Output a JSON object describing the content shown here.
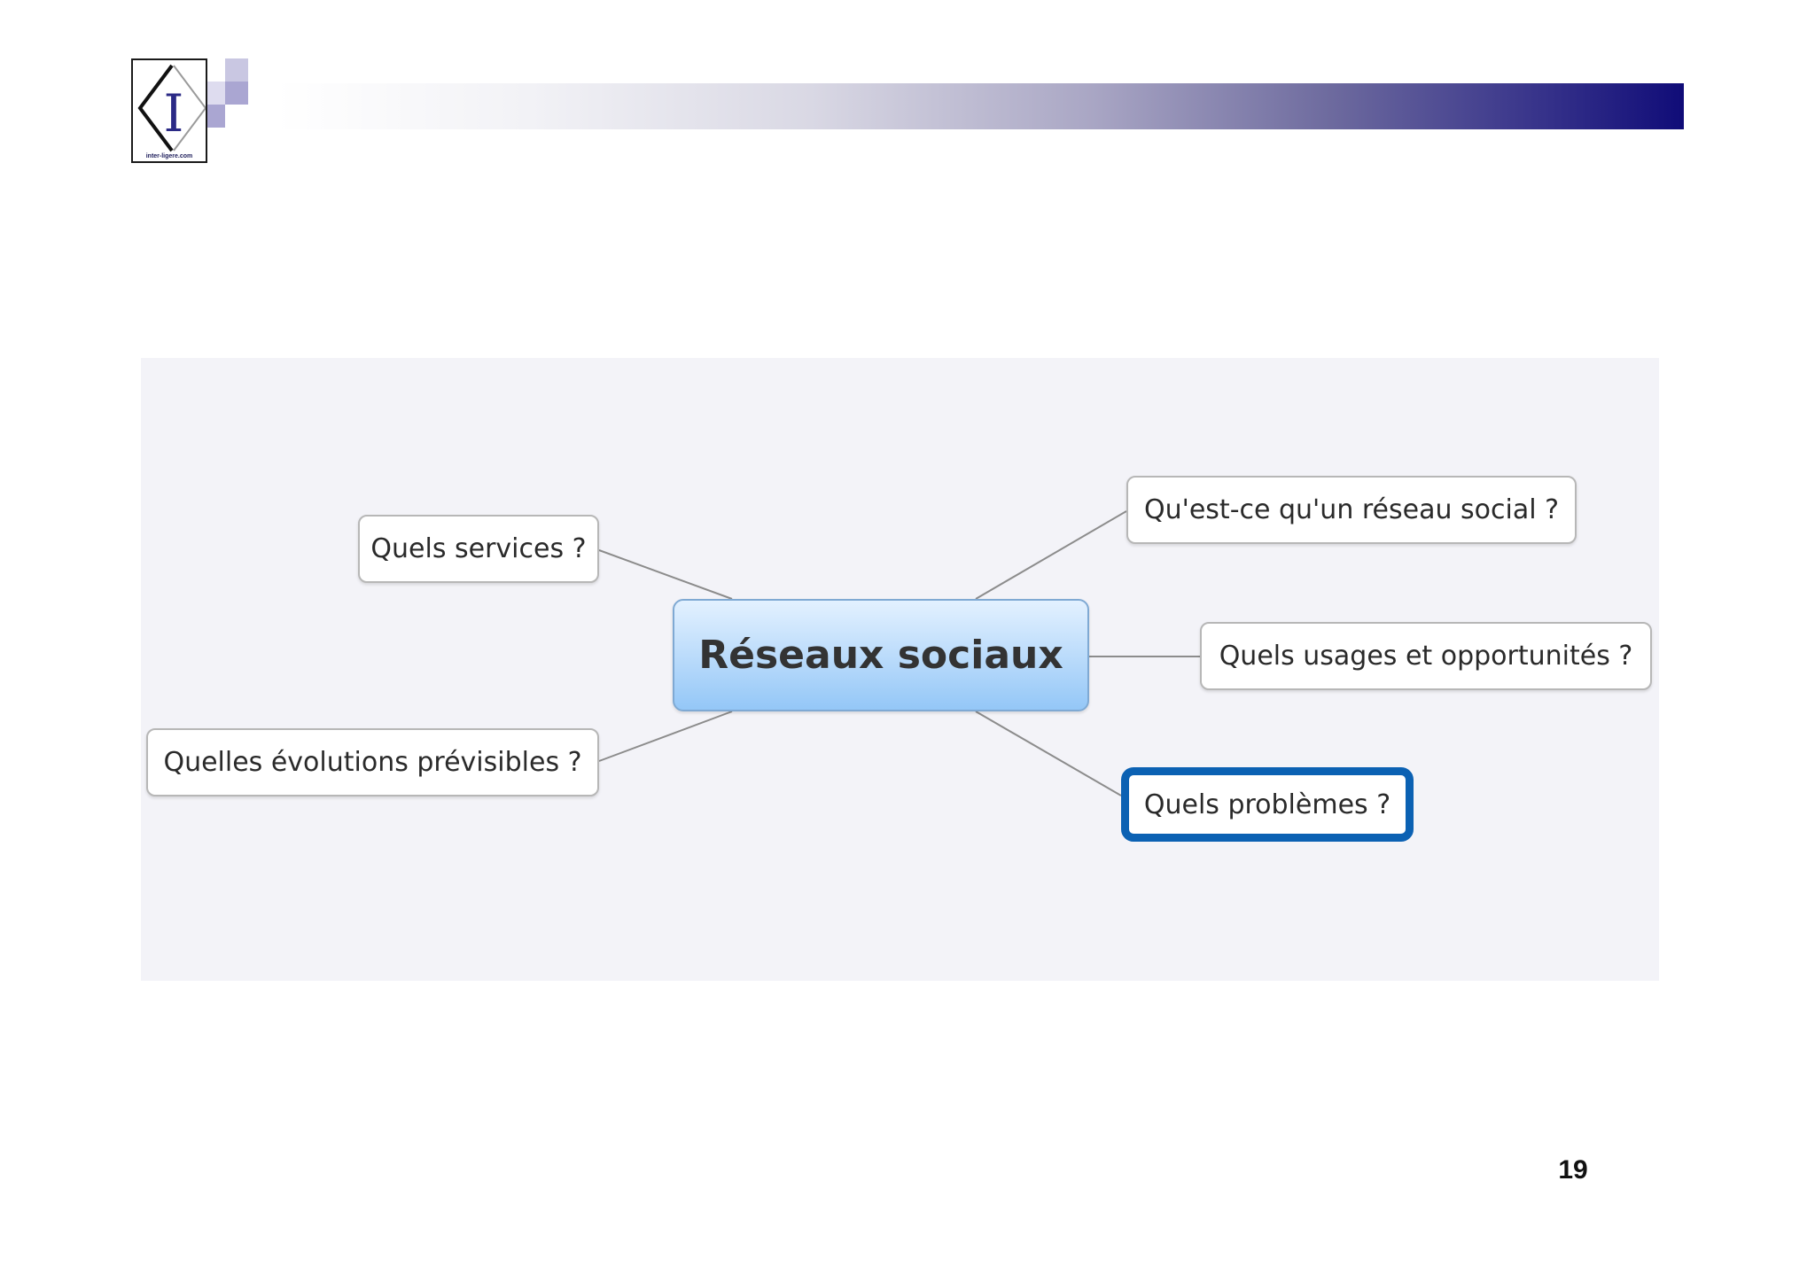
{
  "header": {
    "logo_caption": "inter-ligere.com",
    "bar_colors": [
      "#ffffff",
      "#100c78"
    ]
  },
  "diagram": {
    "central": "Réseaux sociaux",
    "nodes": {
      "what_is": "Qu'est-ce qu'un réseau social ?",
      "services": "Quels services ?",
      "usages": "Quels usages et opportunités ?",
      "evolutions": "Quelles évolutions prévisibles ?",
      "problems": "Quels problèmes ?"
    },
    "selected_node": "problems",
    "colors": {
      "central_fill": "#bcdcfb",
      "selection_border": "#0b61b3",
      "connector": "#8c8c8c",
      "panel": "#f3f3f8"
    }
  },
  "footer": {
    "page_number": "19"
  }
}
